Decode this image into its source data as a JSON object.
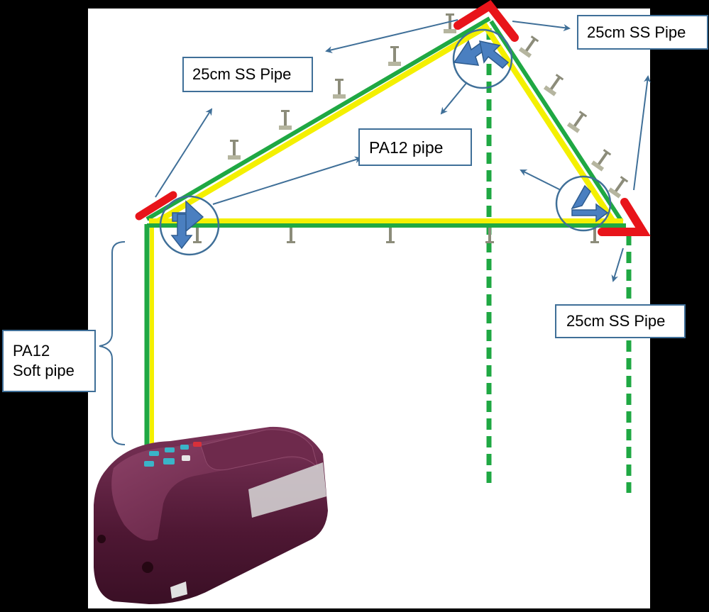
{
  "labels": {
    "ss_pipe_top_left": "25cm SS Pipe",
    "ss_pipe_top_right": "25cm SS Pipe",
    "ss_pipe_bottom_right": "25cm SS Pipe",
    "pa12_pipe": "PA12 pipe",
    "pa12_soft_pipe_line1": "PA12",
    "pa12_soft_pipe_line2": "Soft pipe"
  },
  "colors": {
    "background": "#000000",
    "canvas": "#ffffff",
    "pipe_outer": "#1fa843",
    "pipe_inner": "#f4f000",
    "ss_pipe": "#e8141a",
    "arrow": "#3f6f98",
    "joint_arrow": "#4a7fc0",
    "device_body": "#5b1f3c",
    "nozzle": "#8c8c7a"
  },
  "icons": {
    "device": "misting-pump-icon",
    "nozzle": "mist-nozzle-icon",
    "joint": "elbow-joint-icon"
  }
}
